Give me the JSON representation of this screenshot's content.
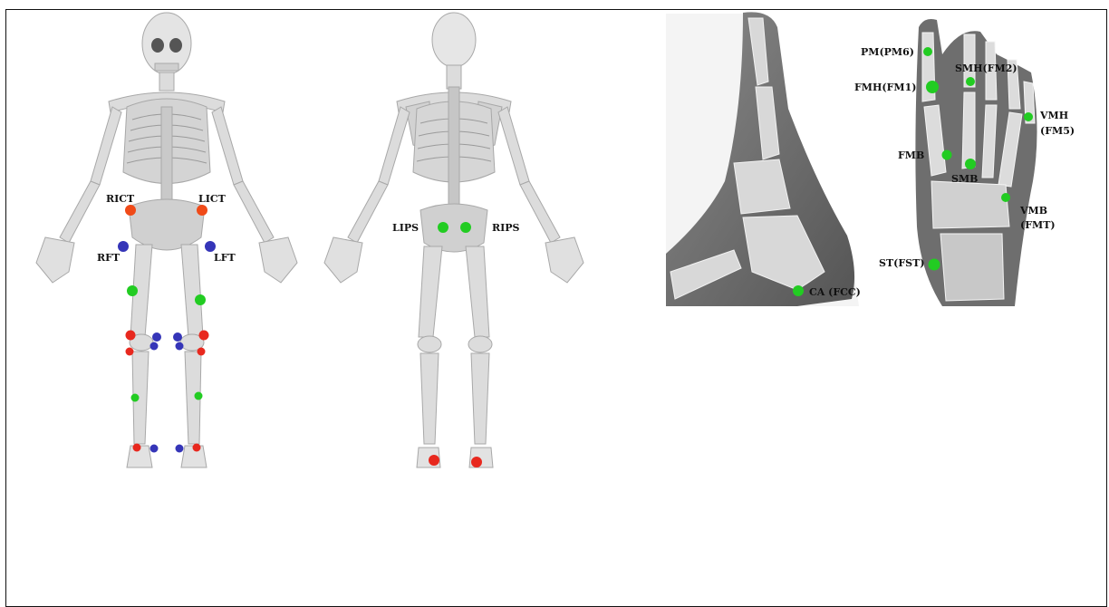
{
  "colors": {
    "bone": "#d6d6d6",
    "bone_dark": "#9a9a9a",
    "body_shadow": "#ebebeb",
    "xray_bg": "#6f6f6f",
    "xray_bone": "#e8e8e8",
    "marker_red": "#e8281e",
    "marker_orange": "#f04a18",
    "marker_blue": "#3535b8",
    "marker_green": "#22cc22"
  },
  "front_view": {
    "labels": {
      "rict": "RICT",
      "lict": "LICT",
      "rft": "RFT",
      "lft": "LFT"
    }
  },
  "back_view": {
    "labels": {
      "lips": "LIPS",
      "rips": "RIPS"
    }
  },
  "foot_lateral": {
    "labels": {
      "ca": "CA (FCC)"
    }
  },
  "foot_dorsal": {
    "labels": {
      "pm": "PM(PM6)",
      "smh": "SMH(FM2)",
      "fmh": "FMH(FM1)",
      "vmh_1": "VMH",
      "vmh_2": "(FM5)",
      "fmb": "FMB",
      "smb": "SMB",
      "vmb_1": "VMB",
      "vmb_2": "(FMT)",
      "st": "ST(FST)"
    }
  }
}
